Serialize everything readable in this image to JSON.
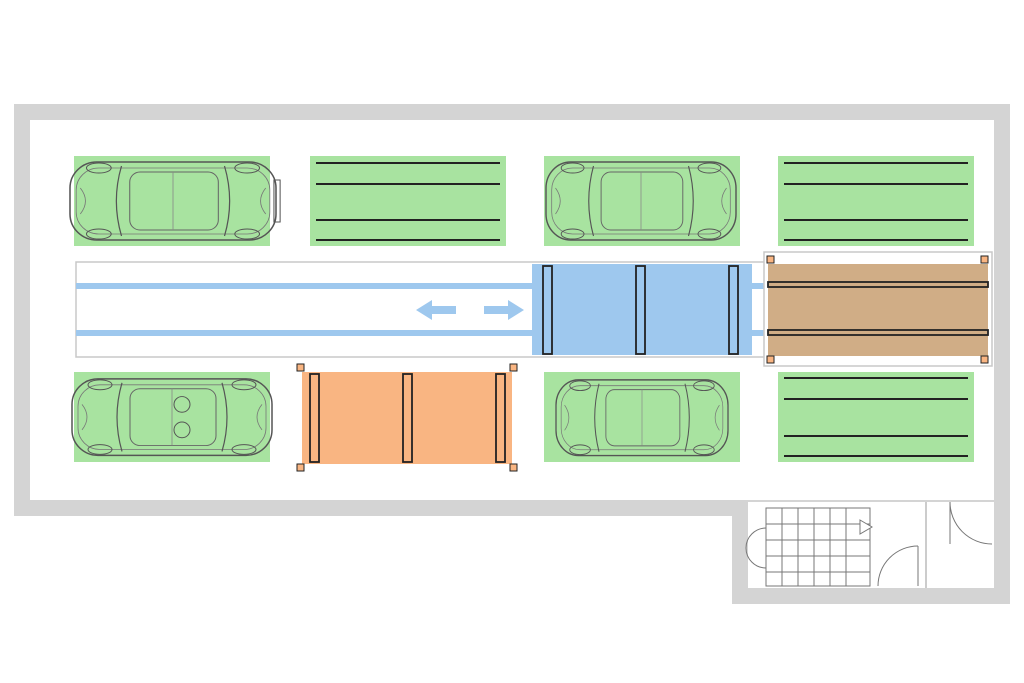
{
  "colors": {
    "background": "#ffffff",
    "wall": "#d4d4d4",
    "floor": "#ffffff",
    "space_green": "#a8e3a0",
    "lane_blue": "#9ec8ee",
    "platform_orange": "#f9b582",
    "platform_tan": "#d0ad86",
    "beam": "#222222",
    "car_outline": "#555555",
    "arrow": "#9ec8ee",
    "corner_post": "#c58a55"
  },
  "parking_spaces": [
    {
      "id": "top-1",
      "state": "occupied",
      "vehicle": "suv"
    },
    {
      "id": "top-2",
      "state": "empty"
    },
    {
      "id": "top-3",
      "state": "occupied",
      "vehicle": "hatchback"
    },
    {
      "id": "top-4",
      "state": "empty"
    },
    {
      "id": "bottom-1",
      "state": "occupied",
      "vehicle": "convertible"
    },
    {
      "id": "bottom-2",
      "state": "lift-platform"
    },
    {
      "id": "bottom-3",
      "state": "occupied",
      "vehicle": "compact"
    },
    {
      "id": "bottom-4",
      "state": "empty"
    }
  ],
  "shuttle": {
    "direction_arrows": [
      "left-arrow-icon",
      "right-arrow-icon"
    ]
  },
  "rooms": [
    "staircase",
    "door-room"
  ]
}
